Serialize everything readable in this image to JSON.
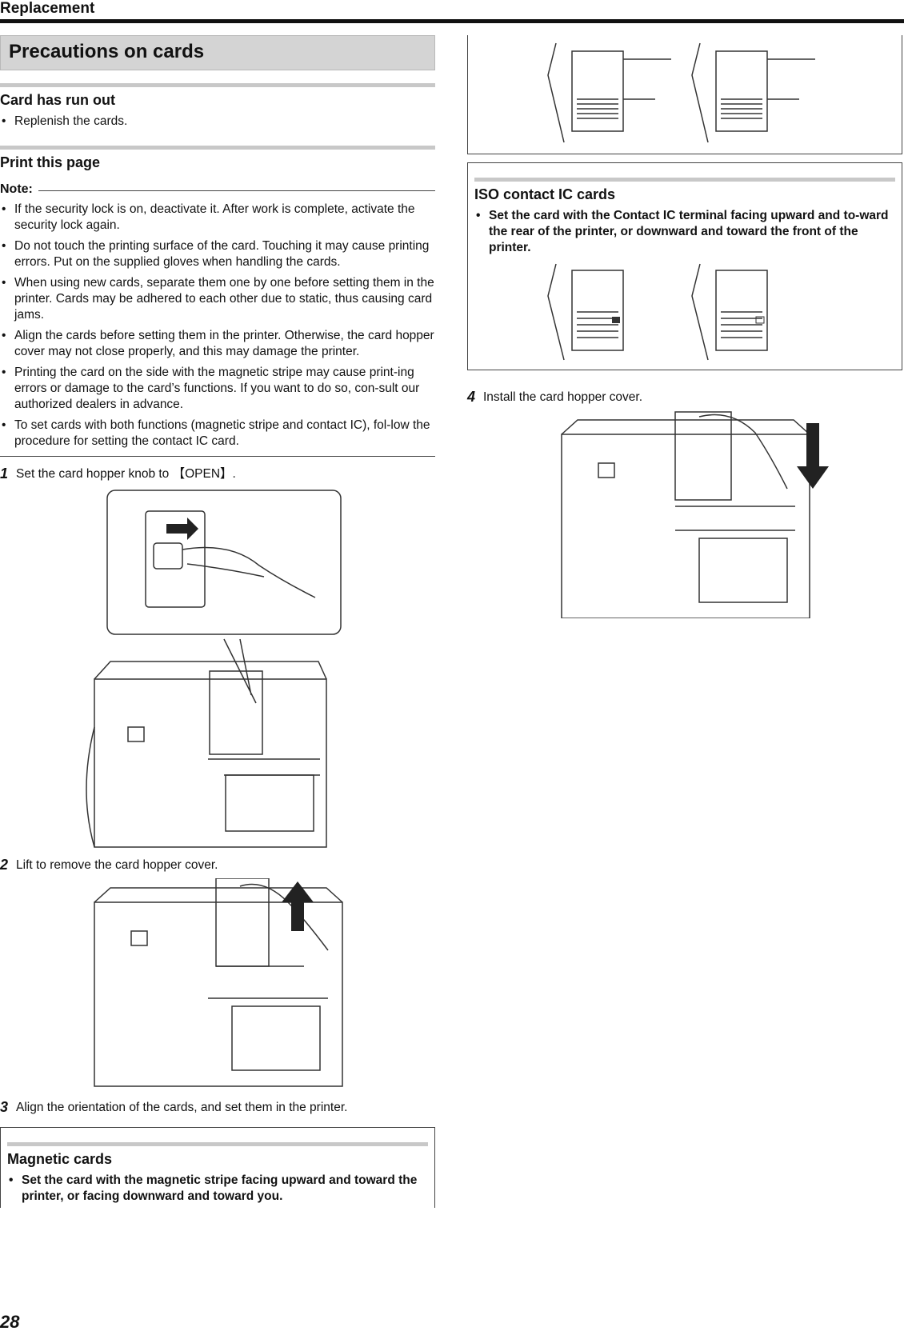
{
  "header": {
    "section": "Replacement"
  },
  "left": {
    "title": "Precautions on cards",
    "card_run_out": {
      "heading": "Card has run out",
      "bullet": "Replenish the cards."
    },
    "print_page": {
      "heading": "Print this page"
    },
    "note_label": "Note:",
    "notes": [
      "If the security lock is on, deactivate it. After work is complete, activate the security lock again.",
      "Do not touch the printing surface of the card. Touching it may cause printing errors. Put on the supplied gloves when handling the cards.",
      "When using new cards, separate them one by one before setting them in the printer. Cards may be adhered to each other due to static, thus causing card jams.",
      "Align the cards before setting them in the printer. Otherwise, the card hopper cover may not close properly, and this may damage the printer.",
      "Printing the card on the side with the magnetic stripe may cause print-ing errors or damage to the card’s functions. If you want to do so, con-sult our authorized dealers in advance.",
      "To set cards with both functions (magnetic stripe and contact IC), fol-low the procedure for setting the contact IC card."
    ],
    "step1": {
      "num": "1",
      "text": "Set the card hopper knob to 【OPEN】."
    },
    "step2": {
      "num": "2",
      "text": "Lift to remove the card hopper cover."
    },
    "step3": {
      "num": "3",
      "text": "Align the orientation of the cards, and set them in the printer."
    },
    "magnetic": {
      "heading": "Magnetic cards",
      "bullet": "Set the card with the magnetic stripe facing upward and toward the printer, or facing downward and toward you."
    }
  },
  "right": {
    "iso": {
      "heading": "ISO contact IC cards",
      "bullet": "Set the card with the Contact IC terminal facing upward and to-ward the rear of the printer, or downward and toward the front of the printer."
    },
    "step4": {
      "num": "4",
      "text": "Install the card hopper cover."
    }
  },
  "footer": {
    "page_number": "28"
  }
}
